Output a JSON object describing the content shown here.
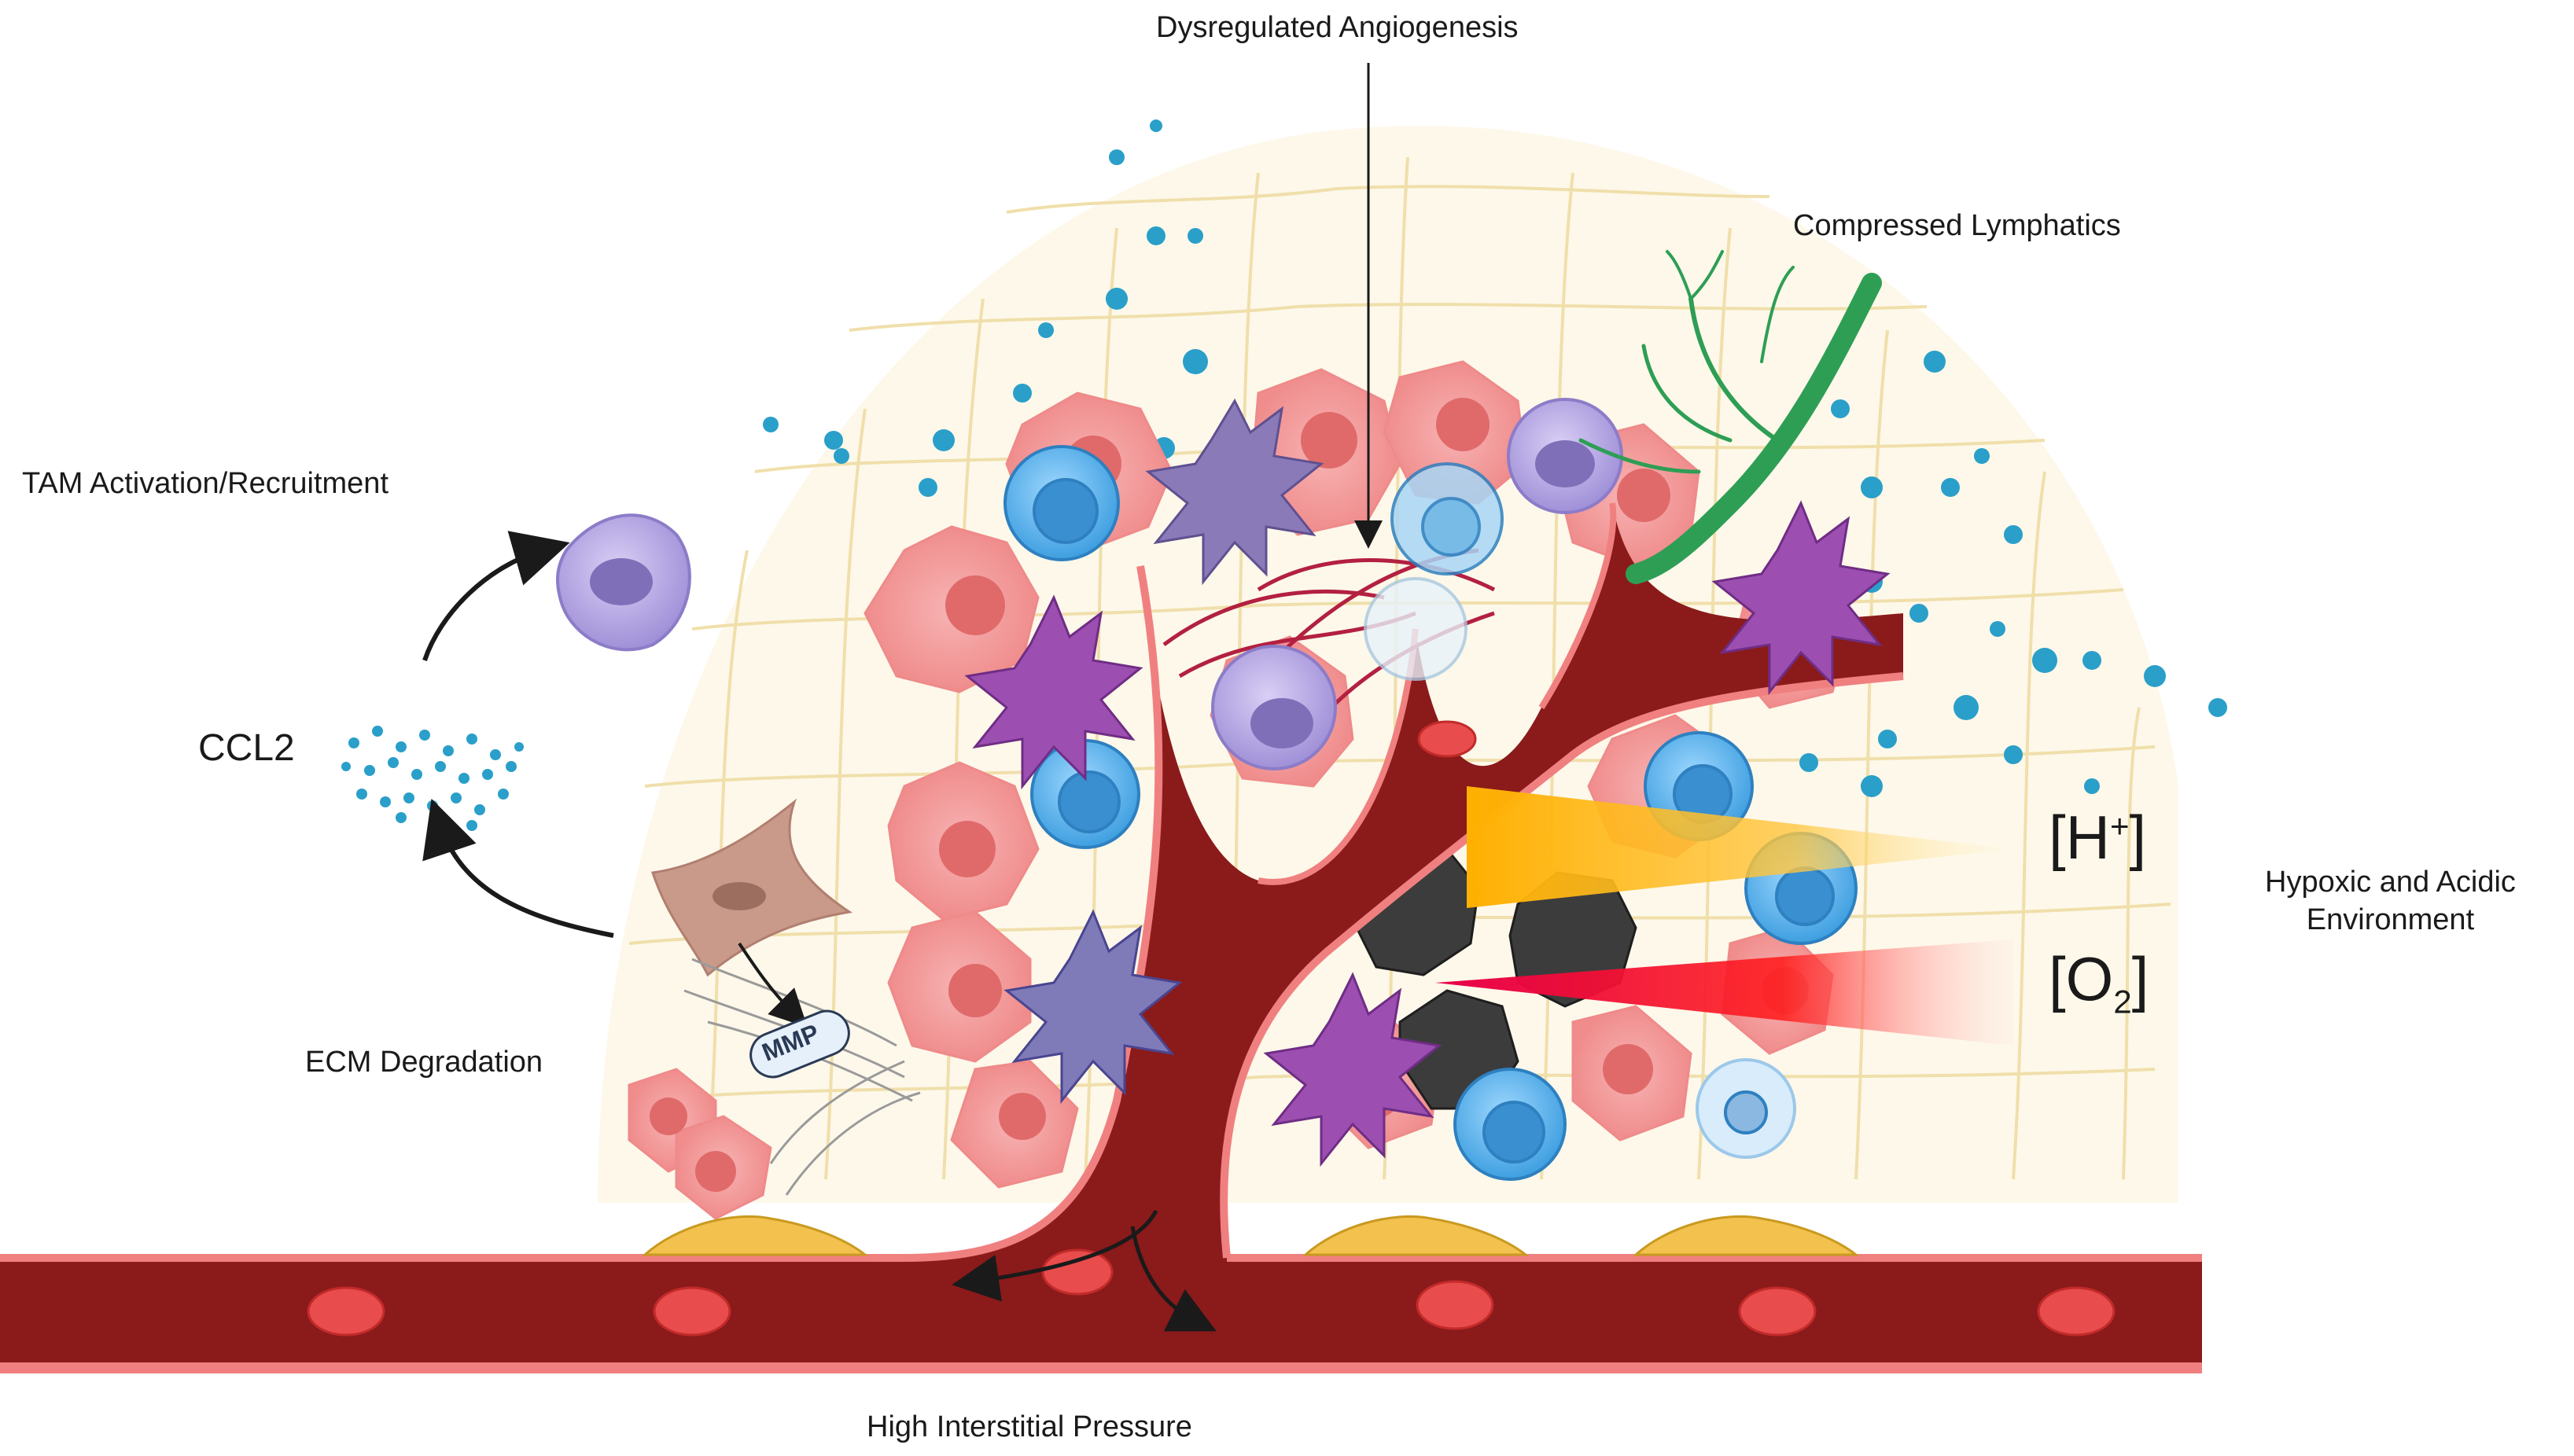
{
  "labels": {
    "dysregulated_angiogenesis": "Dysregulated Angiogenesis",
    "compressed_lymphatics": "Compressed Lymphatics",
    "tam_activation": "TAM Activation/Recruitment",
    "ccl2": "CCL2",
    "ecm_degradation": "ECM Degradation",
    "mmp": "MMP",
    "high_interstitial_pressure": "High Interstitial Pressure",
    "hypoxic_line1": "Hypoxic and Acidic",
    "hypoxic_line2": "Environment",
    "h_plus_base": "H",
    "h_plus_sup": "+",
    "o2_base": "O",
    "o2_sub": "2"
  },
  "colors": {
    "vessel_dark": "#8b1a1a",
    "vessel_wall": "#f08080",
    "rbc": "#e84c4c",
    "tumor_cell": "#f5a3a3",
    "tumor_nucleus": "#e07070",
    "ecm_mesh": "#f0dca0",
    "lymphatic": "#2e9e55",
    "droplet": "#2a9fc9",
    "acid_gradient": "#ffb300",
    "oxygen_gradient": "#ff1a3c",
    "macrophage": "#b8a8e0",
    "dendritic_cell": "#9c4fb0",
    "t_cell": "#5ab4e8",
    "necrotic_cell": "#3a3a3a",
    "fibroblast": "#c99a8a",
    "endothelial": "#f2c14e"
  }
}
